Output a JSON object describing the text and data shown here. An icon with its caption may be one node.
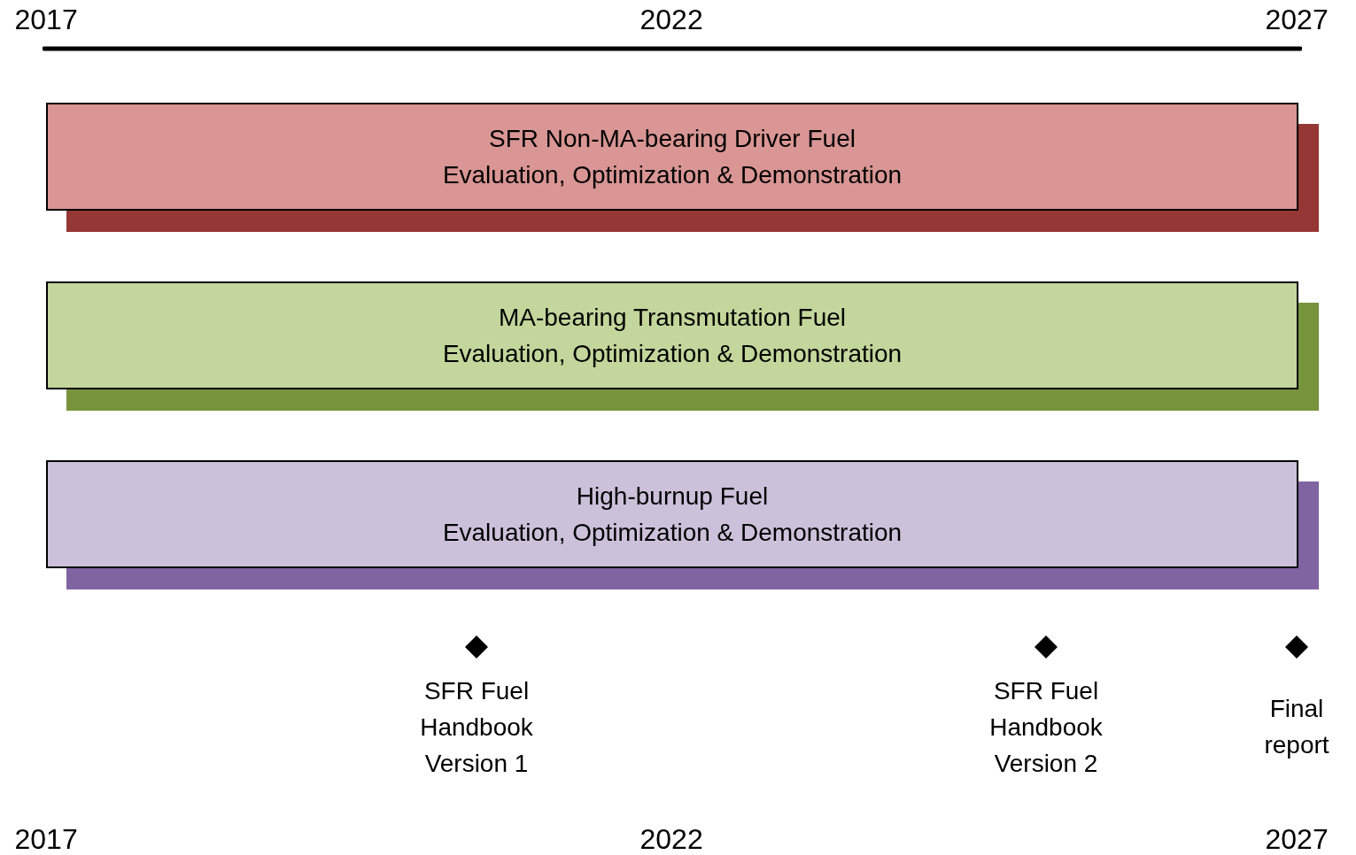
{
  "diagram": {
    "nodes": [
      {
        "text": [
          "SFR Non-MA-bearing Driver Fuel",
          "Evaluation, Optimization & Demonstration"
        ]
      },
      {
        "text": [
          "MA-bearing Transmutation Fuel",
          "Evaluation, Optimization & Demonstration"
        ]
      },
      {
        "text": [
          "High-burnup Fuel",
          "Evaluation, Optimization & Demonstration"
        ]
      },
      {
        "text": [],
        "shape": "diamond",
        "beside": [
          "SFR Fuel Handbook Version 1"
        ]
      },
      {
        "text": [],
        "shape": "diamond",
        "beside": [
          "SFR Fuel Handbook Version 2"
        ]
      },
      {
        "text": [],
        "shape": "diamond",
        "beside": [
          "Final report"
        ]
      }
    ],
    "labels": [
      "2017",
      "2022",
      "2027",
      "2017",
      "2022",
      "2027"
    ]
  }
}
